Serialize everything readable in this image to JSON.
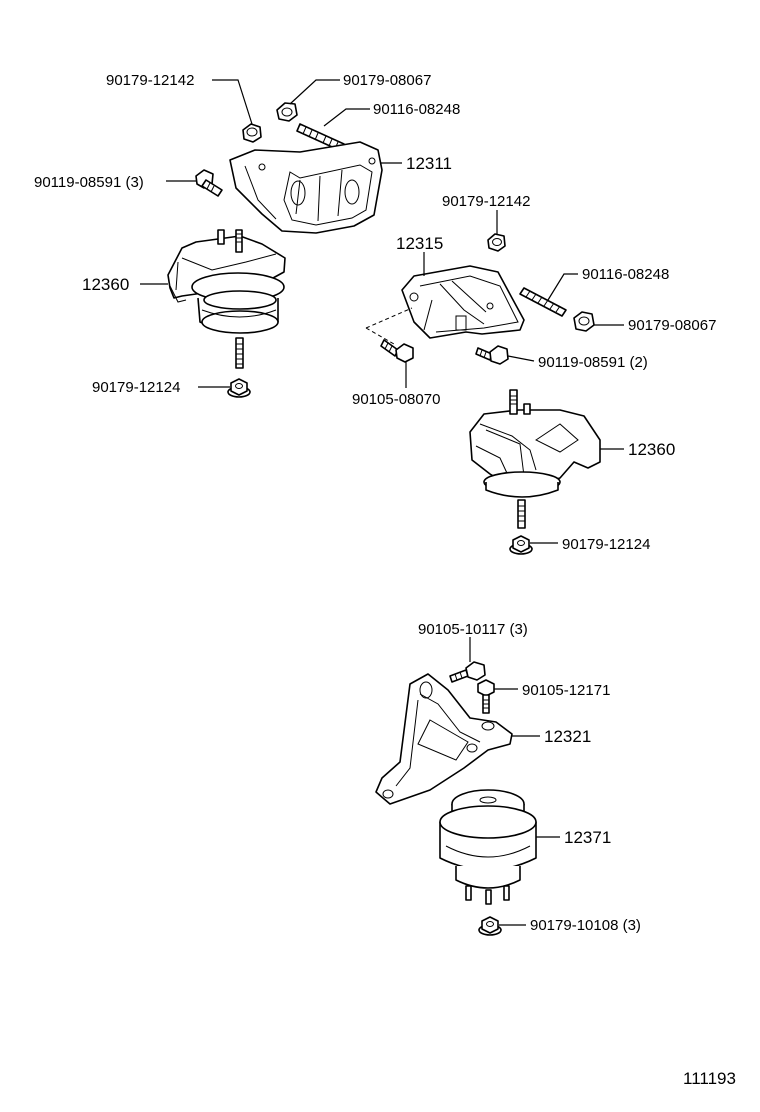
{
  "labels": {
    "n_90179_12142_a": "90179-12142",
    "n_90179_08067_a": "90179-08067",
    "n_90116_08248_a": "90116-08248",
    "n_12311": "12311",
    "n_90119_08591_3": "90119-08591 (3)",
    "n_12360_a": "12360",
    "n_90179_12124_a": "90179-12124",
    "n_90179_12142_b": "90179-12142",
    "n_12315": "12315",
    "n_90116_08248_b": "90116-08248",
    "n_90179_08067_b": "90179-08067",
    "n_90119_08591_2": "90119-08591 (2)",
    "n_90105_08070": "90105-08070",
    "n_12360_b": "12360",
    "n_90179_12124_b": "90179-12124",
    "n_90105_10117_3": "90105-10117 (3)",
    "n_90105_12171": "90105-12171",
    "n_12321": "12321",
    "n_12371": "12371",
    "n_90179_10108_3": "90179-10108 (3)",
    "diagram_number": "111193"
  }
}
